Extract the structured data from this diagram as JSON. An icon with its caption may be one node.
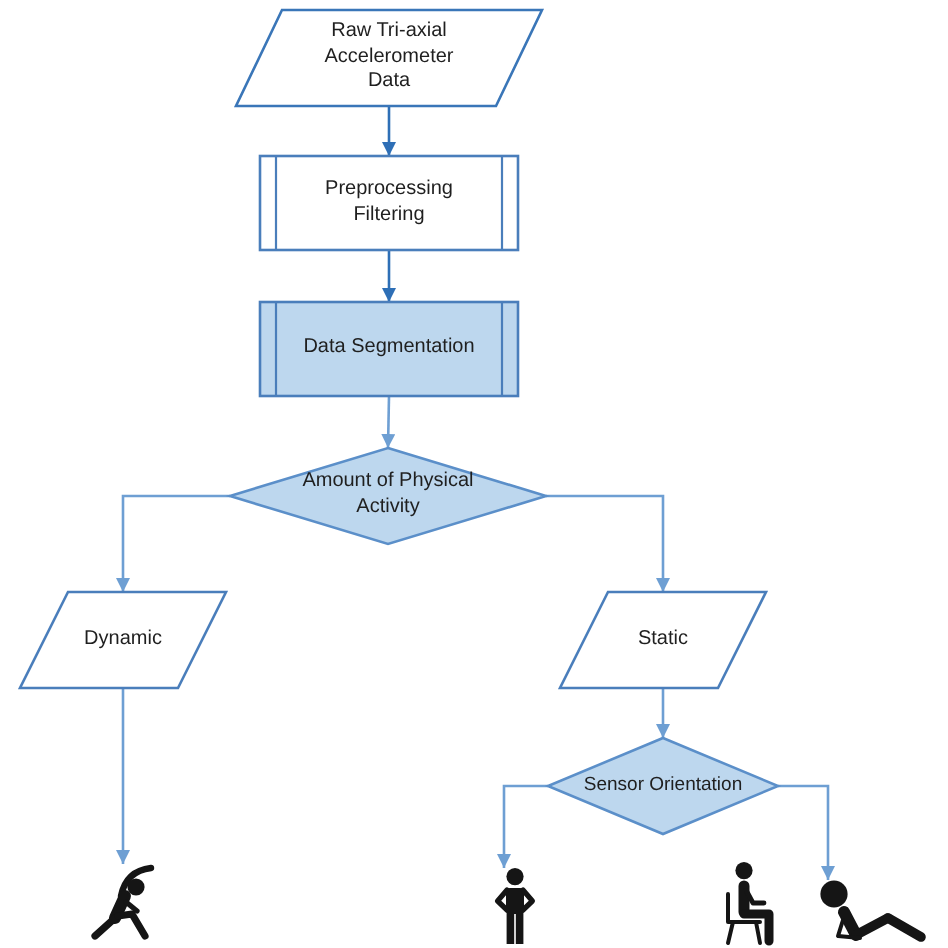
{
  "diagram": {
    "nodes": [
      {
        "text": [
          "Raw Tri-axial Accelerometer Data"
        ]
      },
      {
        "text": [
          "Preprocessing Filtering"
        ]
      },
      {
        "text": [
          "Data Segmentation"
        ]
      },
      {
        "text": [
          "Amount of Physical Activity"
        ]
      },
      {
        "text": [
          "Dynamic"
        ]
      },
      {
        "text": [
          "Static"
        ]
      },
      {
        "text": [
          "Sensor Orientation"
        ]
      },
      {
        "text": [],
        "shape": "person"
      },
      {
        "text": [],
        "shape": "person"
      },
      {
        "text": [],
        "shape": "person"
      },
      {
        "text": [],
        "shape": "person"
      }
    ],
    "edges": [
      {
        "from": 0,
        "to": 1,
        "arrow": "to",
        "color": "#2e6fb6"
      },
      {
        "from": 1,
        "to": 2,
        "arrow": "to",
        "color": "#2e6fb6"
      },
      {
        "from": 2,
        "to": 3,
        "arrow": "to"
      },
      {
        "from": 3,
        "to": 4,
        "arrow": "to"
      },
      {
        "from": 3,
        "to": 5,
        "arrow": "to"
      },
      {
        "from": 4,
        "to": 7,
        "arrow": "to"
      },
      {
        "from": 5,
        "to": 6,
        "arrow": "to"
      },
      {
        "from": 6,
        "to": 8,
        "arrow": "to"
      },
      {
        "from": 6,
        "to": 10,
        "arrow": "to"
      }
    ]
  }
}
